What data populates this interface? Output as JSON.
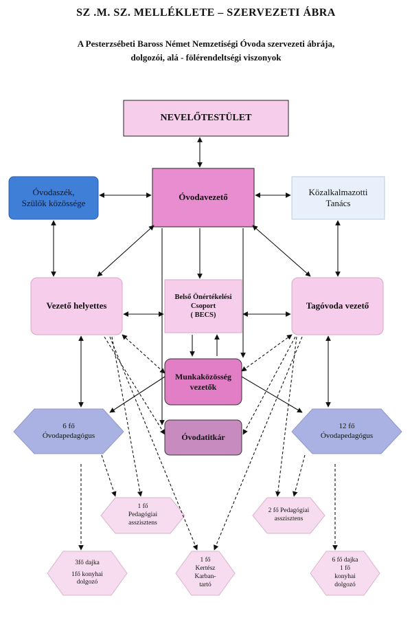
{
  "header": {
    "title": "SZ .M. SZ.  MELLÉKLETE – SZERVEZETI ÁBRA",
    "subtitle_line1": "A Pesterzsébeti Baross Német Nemzetiségi Óvoda szervezeti ábrája,",
    "subtitle_line2": "dolgozói, alá - fölérendeltségi viszonyok"
  },
  "nodes": {
    "nevelotestulet": "NEVELŐTESTÜLET",
    "ovodaszek_line1": "Óvodaszék,",
    "ovodaszek_line2": "Szülők közössége",
    "ovodavezeto": "Óvodavezető",
    "kozalkalmazotti_line1": "Közalkalmazotti",
    "kozalkalmazotti_line2": "Tanács",
    "vezeto_helyettes": "Vezető helyettes",
    "becs_line1": "Belső Önértékelési",
    "becs_line2": "Csoport",
    "becs_line3": "( BECS)",
    "tagovoda_vezeto": "Tagóvoda vezető",
    "munkakozosseg_line1": "Munkaközösség",
    "munkakozosseg_line2": "vezetők",
    "ovodapedagogus_left_line1": "6 fő",
    "ovodapedagogus_left_line2": "Óvodapedagógus",
    "ovodatitkar": "Óvodatitkár",
    "ovodapedagogus_right_line1": "12 fő",
    "ovodapedagogus_right_line2": "Óvodapedagógus",
    "ped_asszisztens_left_line1": "1 fő",
    "ped_asszisztens_left_line2": "Pedagógiai",
    "ped_asszisztens_left_line3": "asszisztens",
    "ped_asszisztens_right_line1": "2 fő Pedagógiai",
    "ped_asszisztens_right_line2": "asszisztens",
    "dajka_left_line1": "3fő dajka",
    "dajka_left_line2": "1fő konyhai",
    "dajka_left_line3": "dolgozó",
    "kertesz_line1": "1 fő",
    "kertesz_line2": "Kertész",
    "kertesz_line3": "Karban-",
    "kertesz_line4": "tartó",
    "dajka_right_line1": "6 fő dajka",
    "dajka_right_line2": "1 fő",
    "dajka_right_line3": "konyhai",
    "dajka_right_line4": "dolgozó"
  },
  "colors": {
    "pink_light": "#f6cdea",
    "pink_medium": "#e88dcf",
    "pink_strong": "#e27ec6",
    "blue_box": "#3f7fd8",
    "blue_pale": "#e8f1fb",
    "lavender": "#a9b2e2",
    "mauve": "#c78bc0",
    "hex_light": "#f7dcef"
  }
}
